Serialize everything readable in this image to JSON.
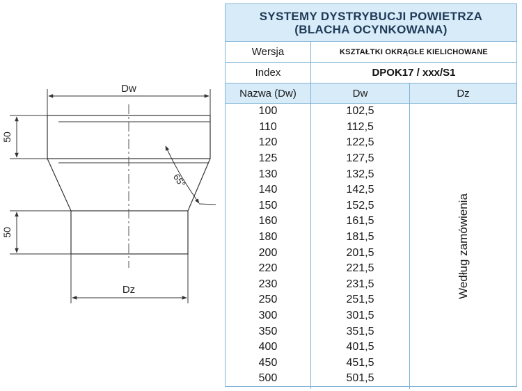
{
  "drawing": {
    "dim_top": "Dw",
    "dim_bottom": "Dz",
    "dim_height_upper": "50",
    "dim_height_lower": "50",
    "angle": "65°"
  },
  "table": {
    "title_line1": "SYSTEMY DYSTRYBUCJI POWIETRZA",
    "title_line2": "(BLACHA OCYNKOWANA)",
    "wersja_label": "Wersja",
    "wersja_value": "KSZTAŁTKI OKRĄGŁE KIELICHOWANE",
    "index_label": "Index",
    "index_value": "DPOK17 / xxx/S1",
    "col1_header": "Nazwa (Dw)",
    "col2_header": "Dw",
    "col3_header": "Dz",
    "dz_note": "Według zamówienia",
    "names": [
      "100",
      "110",
      "120",
      "125",
      "130",
      "140",
      "150",
      "160",
      "180",
      "200",
      "220",
      "230",
      "250",
      "300",
      "350",
      "400",
      "450",
      "500"
    ],
    "dw_values": [
      "102,5",
      "112,5",
      "122,5",
      "127,5",
      "132,5",
      "142,5",
      "152,5",
      "161,5",
      "181,5",
      "201,5",
      "221,5",
      "231,5",
      "251,5",
      "301,5",
      "351,5",
      "401,5",
      "451,5",
      "501,5"
    ]
  }
}
